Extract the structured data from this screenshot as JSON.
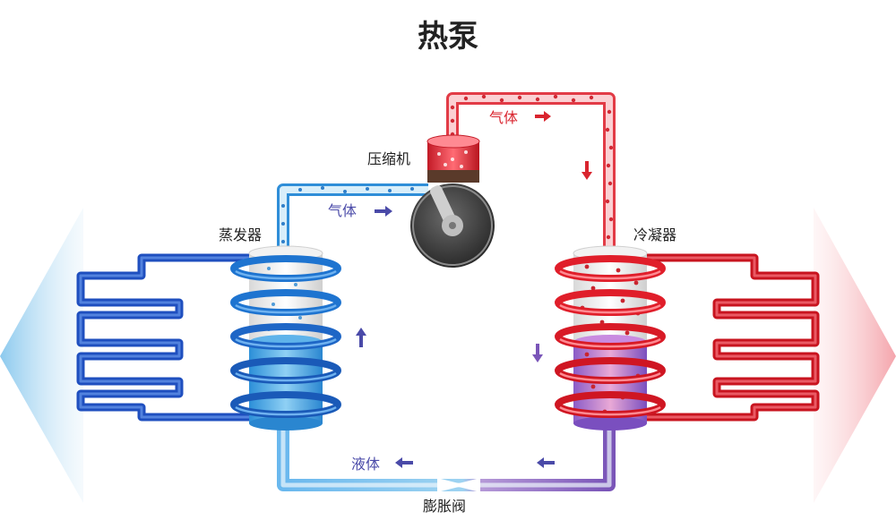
{
  "title": "热泵",
  "labels": {
    "compressor": "压缩机",
    "evaporator": "蒸发器",
    "condenser": "冷凝器",
    "expansion_valve": "膨胀阀",
    "gas_hot": "气体",
    "gas_cold": "气体",
    "liquid": "液体"
  },
  "colors": {
    "cold": "#2f6fd6",
    "cold_light": "#9ed3f1",
    "hot": "#e2202c",
    "hot_light": "#f3a7ad",
    "mixed": "#7a55b8",
    "arrow_blue": "#4a4aa8",
    "arrow_red": "#d9242e",
    "text": "#222222"
  }
}
